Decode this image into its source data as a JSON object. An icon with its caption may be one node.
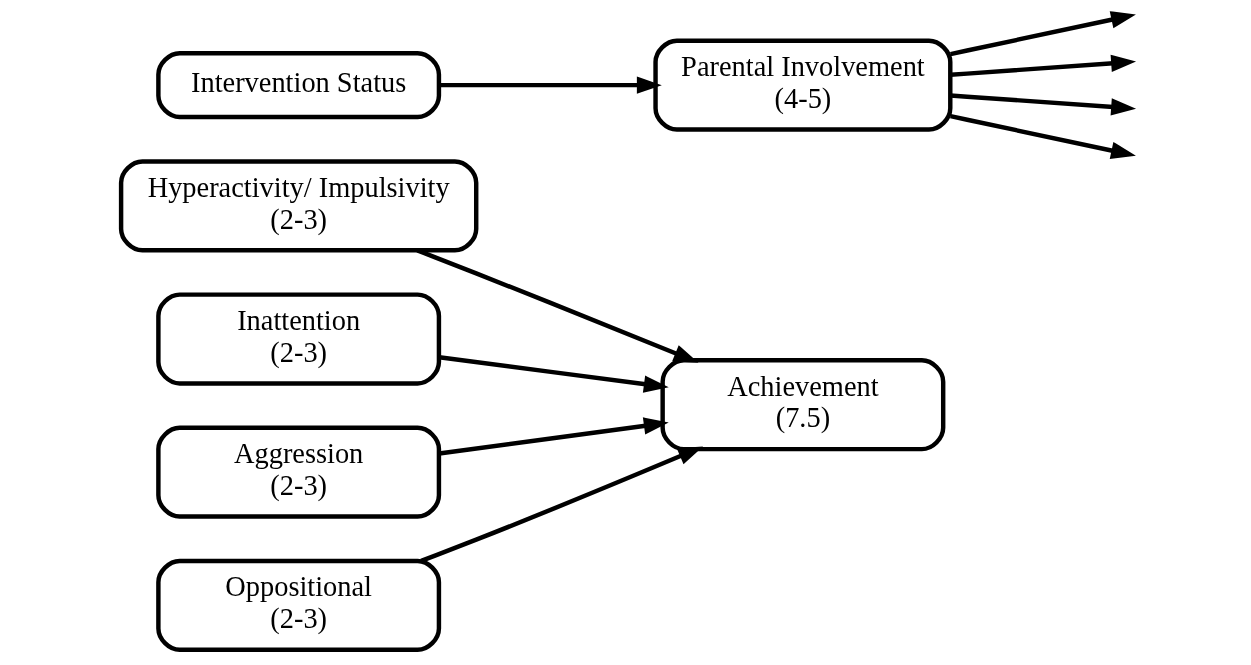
{
  "diagram": {
    "nodes": [
      {
        "text": [
          "Hyperactivity/ Impulsivity",
          "(2-3)"
        ]
      },
      {
        "text": [
          "Inattention",
          "(2-3)"
        ]
      },
      {
        "text": [
          "Aggression",
          "(2-3)"
        ]
      },
      {
        "text": [
          "Oppositional",
          "(2-3)"
        ]
      },
      {
        "text": [
          "Intervention Status"
        ]
      },
      {
        "text": [
          "Parental Involvement",
          "(4-5)"
        ]
      },
      {
        "text": [
          "Achievement",
          "(7.5)"
        ]
      }
    ],
    "edges": [
      {
        "from": 0,
        "to": 6,
        "arrow": "to"
      },
      {
        "from": 1,
        "to": 6,
        "arrow": "to"
      },
      {
        "from": 2,
        "to": 6,
        "arrow": "to"
      },
      {
        "from": 3,
        "to": 6,
        "arrow": "to"
      },
      {
        "from": 4,
        "to": 5,
        "arrow": "to"
      },
      {
        "from": 5,
        "to": null,
        "arrow": "to"
      },
      {
        "from": 5,
        "to": null,
        "arrow": "to"
      },
      {
        "from": 5,
        "to": null,
        "arrow": "to"
      },
      {
        "from": 5,
        "to": null,
        "arrow": "to"
      }
    ]
  }
}
